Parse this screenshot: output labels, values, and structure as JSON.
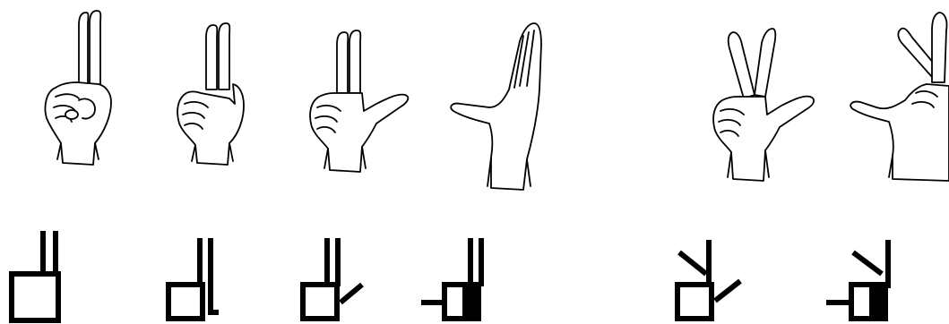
{
  "figure": {
    "background": "#ffffff",
    "ink": "#000000",
    "panels": [
      {
        "hand": "two-fingers-up-thumb-tucked",
        "glyph": "index-middle-up"
      },
      {
        "hand": "two-fingers-up-thumb-side",
        "glyph": "index-middle-up-thumb-down"
      },
      {
        "hand": "index-middle-up-thumb-out",
        "glyph": "index-middle-up-thumb-angled"
      },
      {
        "hand": "flat-hand-thumb-out",
        "glyph": "flat-hand-thumb-left"
      },
      {
        "hand": "v-sign",
        "glyph": "v-sign-thumb-angled"
      },
      {
        "hand": "crossed-fingers-thumb-out",
        "glyph": "crossed-fingers-thumb-left"
      }
    ]
  }
}
